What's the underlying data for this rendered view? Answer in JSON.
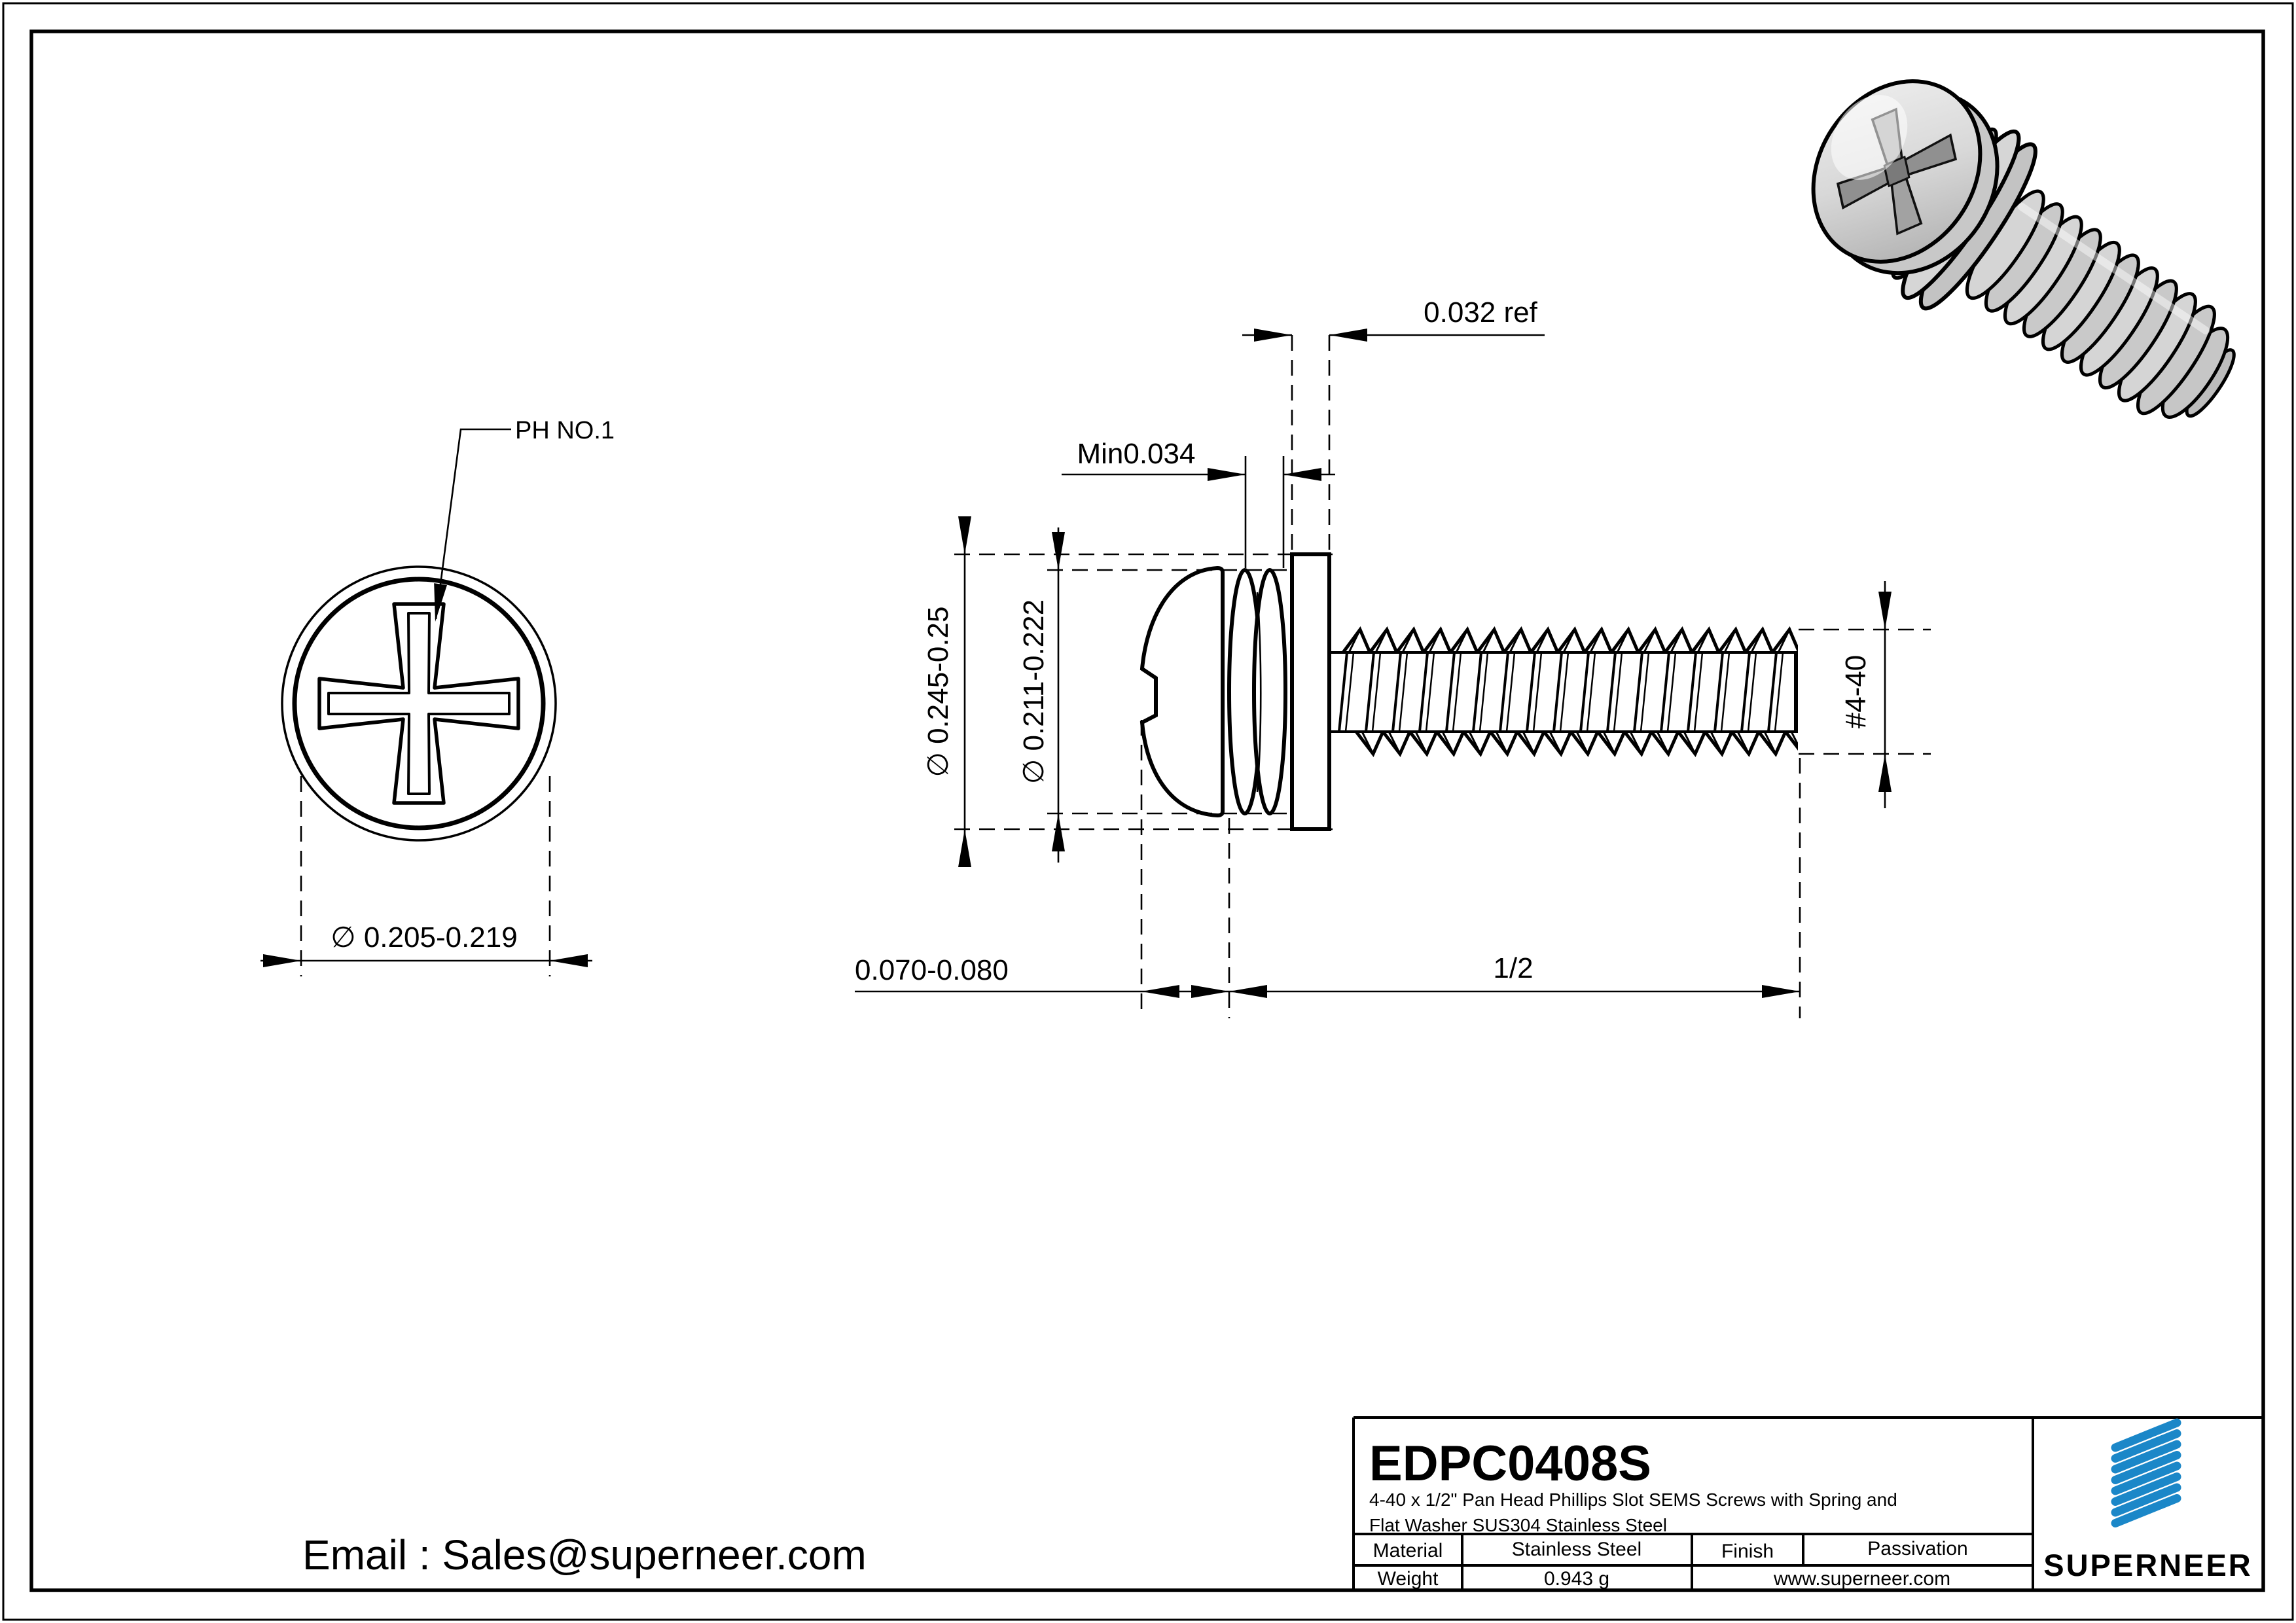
{
  "drawing": {
    "front_view": {
      "recess_label": "PH NO.1",
      "head_diameter": "∅ 0.205-0.219"
    },
    "side_view": {
      "washer_thickness": "0.032 ref",
      "spring_thickness": "Min0.034",
      "washer_od": "∅ 0.245-0.25",
      "spring_od": "∅ 0.211-0.222",
      "thread_size": "#4-40",
      "head_height": "0.070-0.080",
      "thread_length": "1/2"
    }
  },
  "footer": {
    "email": "Email : Sales@superneer.com"
  },
  "title_block": {
    "part_number": "EDPC0408S",
    "description_line1": "4-40 x 1/2\" Pan Head Phillips Slot SEMS Screws with Spring and",
    "description_line2": "Flat Washer SUS304 Stainless Steel",
    "material_label": "Material",
    "material_value": "Stainless Steel",
    "finish_label": "Finish",
    "finish_value": "Passivation",
    "weight_label": "Weight",
    "weight_value": "0.943 g",
    "website": "www.superneer.com",
    "brand": "SUPERNEER"
  },
  "colors": {
    "accent": "#1b87c8",
    "line": "#000000"
  }
}
